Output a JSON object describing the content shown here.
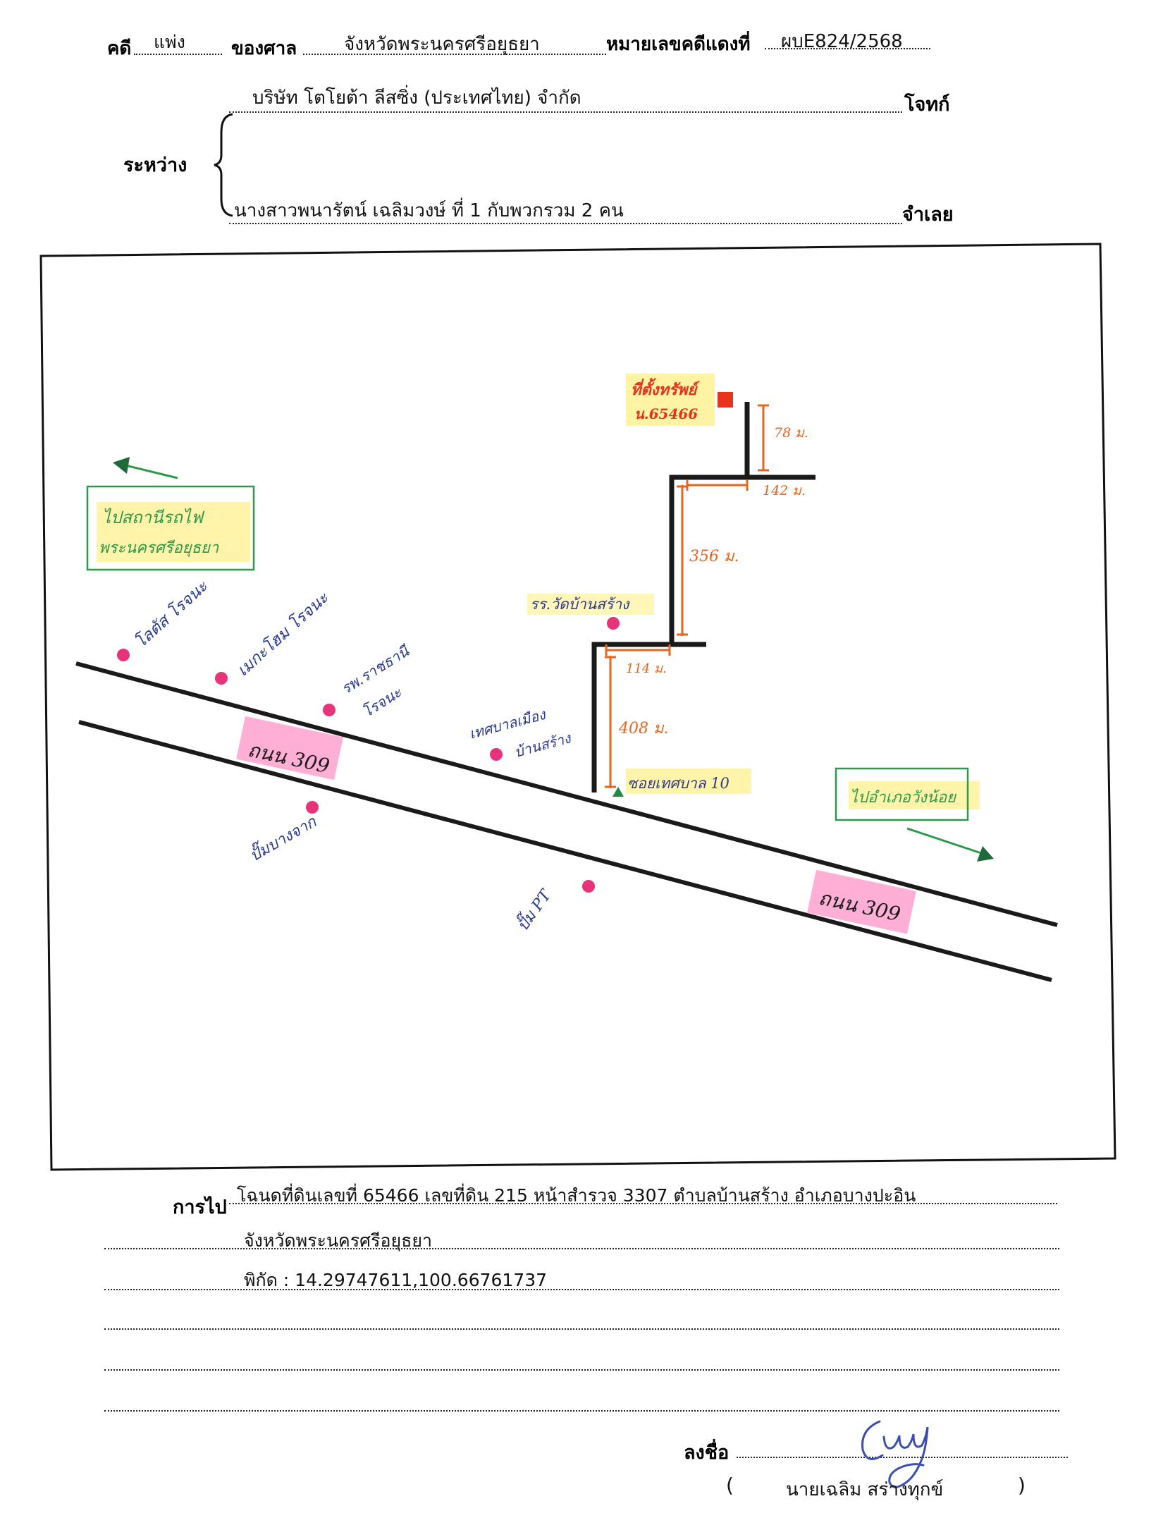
{
  "header": {
    "case_label": "คดี",
    "case_type": "แพ่ง",
    "court_label": "ของศาล",
    "court_name": "จังหวัดพระนครศรีอยุธยา",
    "red_case_label": "หมายเลขคดีแดงที่",
    "red_case_no": "ผบE824/2568"
  },
  "parties": {
    "between_label": "ระหว่าง",
    "plaintiff_name": "บริษัท โตโยต้า ลีสซิ่ง (ประเทศไทย) จำกัด",
    "plaintiff_label": "โจทก์",
    "defendant_name": "นางสาวพนารัตน์ เฉลิมวงษ์ ที่ 1 กับพวกรวม 2 คน",
    "defendant_label": "จำเลย"
  },
  "map": {
    "property_label": [
      "ที่ตั้งทรัพย์",
      "น.65466"
    ],
    "to_station_label": [
      "ไปสถานีรถไฟ",
      "พระนครศรีอยุธยา"
    ],
    "to_wangnoi_label": "ไปอำเภอวังน้อย",
    "road_label_left": "ถนน 309",
    "road_label_right": "ถนน 309",
    "soi_label": "ซอยเทศบาล 10",
    "landmarks": {
      "lotus": "โลตัส โรจนะ",
      "megahome": "เมกะโฮม โรจนะ",
      "rajathani": [
        "รพ.ราชธานี",
        "โรจนะ"
      ],
      "municipality": [
        "เทศบาลเมือง",
        "บ้านสร้าง"
      ],
      "school": "รร.วัดบ้านสร้าง",
      "bangchak": "ปั๊มบางจาก",
      "pt": "ปั๊ม PT"
    },
    "distances": {
      "d408": "408 ม.",
      "d114": "114 ม.",
      "d356": "356 ม.",
      "d142": "142 ม.",
      "d78": "78 ม."
    },
    "colors": {
      "route": "#1a1a1a",
      "dimension": "#e8651c",
      "landmark_dot": "#e8337a",
      "property_marker": "#e8321c",
      "highlight_yellow": "#fff29a",
      "highlight_pink": "#ffaed6",
      "green_box": "#2c9a4a",
      "handwriting_blue": "#2b3a8f"
    }
  },
  "directions": {
    "label": "การไป",
    "line1": "โฉนดที่ดินเลขที่ 65466 เลขที่ดิน 215 หน้าสำรวจ 3307  ตำบลบ้านสร้าง  อำเภอบางปะอิน",
    "line2": "จังหวัดพระนครศรีอยุธยา",
    "line3": "พิกัด : 14.29747611,100.66761737"
  },
  "signature": {
    "sign_label": "ลงชื่อ",
    "open_paren": "(",
    "name": "นายเฉลิม  สร่างทุกข์",
    "close_paren": ")"
  }
}
